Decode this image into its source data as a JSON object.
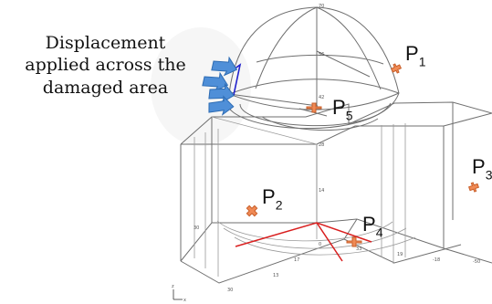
{
  "annotation": {
    "line_1": "Displacement",
    "line_2": "applied across the",
    "line_3": "damaged area"
  },
  "points": [
    {
      "name": "P",
      "subscript": "1"
    },
    {
      "name": "P",
      "subscript": "2"
    },
    {
      "name": "P",
      "subscript": "3"
    },
    {
      "name": "P",
      "subscript": "4"
    },
    {
      "name": "P",
      "subscript": "5"
    }
  ],
  "scale_labels": {
    "v70": "70",
    "v56": "56",
    "v42": "42",
    "v28": "28",
    "v14": "14",
    "v0": "0",
    "x1": "13",
    "x2": "17",
    "x3": "30",
    "x4": "33",
    "x5": "-18",
    "x6": "-50",
    "x7": "19",
    "x8": "30"
  },
  "axis_triad": {
    "z": "z",
    "x": "x"
  },
  "colors": {
    "wire": "#6f6f6f",
    "marker": "#f08a55",
    "marker_stroke": "#c95f2a",
    "arrow": "#4f8fd8",
    "arrow_stroke": "#2e6cb3",
    "red_axis": "#d91f1f",
    "blue_edge": "#2222cc"
  }
}
